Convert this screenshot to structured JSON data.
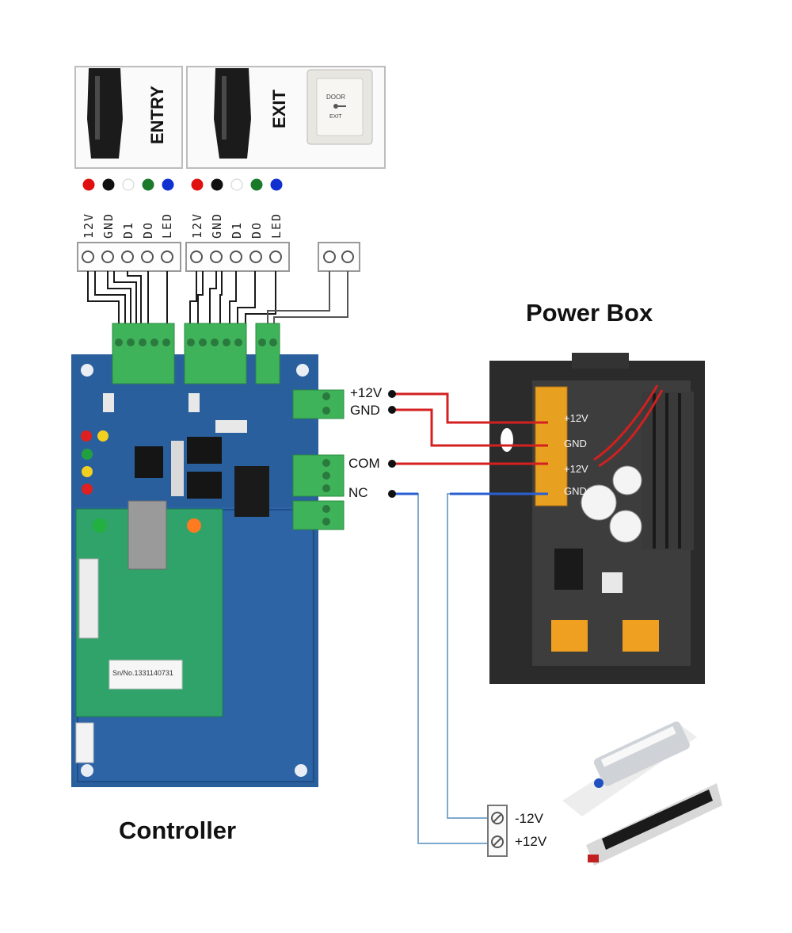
{
  "reader_panels": [
    {
      "label": "ENTRY",
      "pins": [
        "12V",
        "GND",
        "D1",
        "DO",
        "LED"
      ]
    },
    {
      "label": "EXIT",
      "pins": [
        "12V",
        "GND",
        "D1",
        "DO",
        "LED"
      ]
    }
  ],
  "wire_colors": [
    "#e01010",
    "#111111",
    "#ffffff",
    "#1a7a2a",
    "#1030d0"
  ],
  "exit_button_text": {
    "line1": "DOOR",
    "line3": "EXIT"
  },
  "controller": {
    "title": "Controller",
    "board_color": "#2a5f9e",
    "module_color": "#2fa36a",
    "sticker_text": "Sn/No.1331140731"
  },
  "terminals": {
    "plus12": "+12V",
    "gnd": "GND",
    "com": "COM",
    "nc": "NC"
  },
  "power_box": {
    "title": "Power Box",
    "labels": [
      "+12V",
      "GND",
      "+12V",
      "GND"
    ],
    "case_color": "#2b2b2b",
    "terminal_color": "#e8a020"
  },
  "lock": {
    "minus": "-12V",
    "plus": "+12V"
  },
  "wires": {
    "red": "#d42020",
    "blue": "#2a5fd0",
    "gray": "#666666"
  }
}
